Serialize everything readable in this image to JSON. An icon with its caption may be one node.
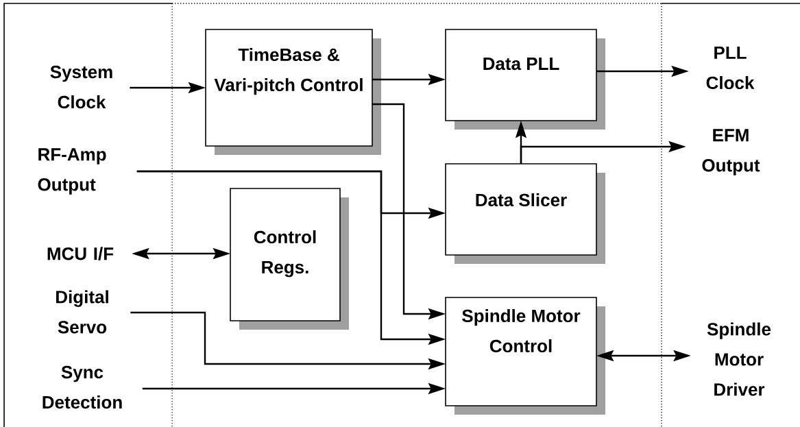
{
  "diagram": {
    "nodes": [
      {
        "text": [
          "System Clock"
        ]
      },
      {
        "text": [
          "TimeBase & Vari-pitch Control"
        ]
      },
      {
        "text": [
          "Data PLL"
        ]
      },
      {
        "text": [
          "PLL Clock"
        ]
      },
      {
        "text": [
          "RF-Amp Output"
        ]
      },
      {
        "text": [
          "Control Regs."
        ]
      },
      {
        "text": [
          "Data Slicer"
        ]
      },
      {
        "text": [
          "EFM Output"
        ]
      },
      {
        "text": [
          "MCU I/F"
        ]
      },
      {
        "text": [
          "Digital Servo"
        ]
      },
      {
        "text": [
          "Spindle Motor Control"
        ]
      },
      {
        "text": [
          "Sync Detection"
        ]
      },
      {
        "text": [
          "Spindle Motor Driver"
        ]
      }
    ],
    "edges": [
      {
        "from": 0,
        "to": 1,
        "arrow": "to"
      },
      {
        "from": 1,
        "to": 2,
        "arrow": "to"
      },
      {
        "from": 1,
        "to": 10,
        "arrow": "to"
      },
      {
        "from": 4,
        "to": 6,
        "arrow": "to"
      },
      {
        "from": 4,
        "to": 10,
        "arrow": "to"
      },
      {
        "from": 8,
        "to": 5,
        "arrow": "both"
      },
      {
        "from": 9,
        "to": 10,
        "arrow": "to"
      },
      {
        "from": 11,
        "to": 10,
        "arrow": "to"
      },
      {
        "from": 6,
        "to": 2,
        "arrow": "to"
      },
      {
        "from": 6,
        "to": 7,
        "arrow": "to"
      },
      {
        "from": 2,
        "to": 3,
        "arrow": "to"
      },
      {
        "from": 10,
        "to": 12,
        "arrow": "both"
      }
    ]
  }
}
